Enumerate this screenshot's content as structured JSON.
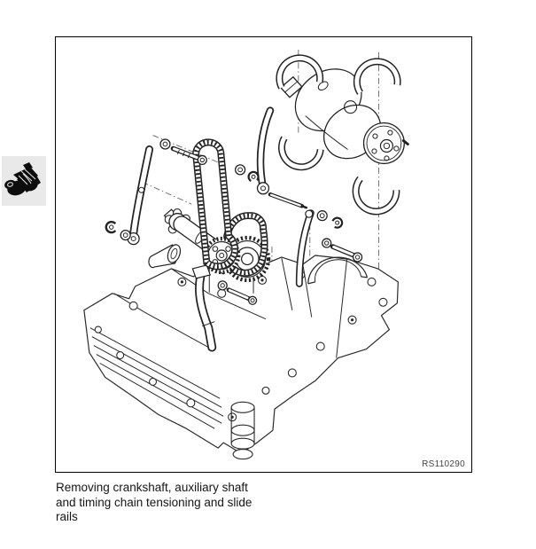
{
  "figure": {
    "code": "RS110290",
    "caption_lines": [
      "Removing crankshaft, auxiliary shaft",
      "and timing chain tensioning and slide",
      "rails"
    ]
  },
  "icons": {
    "margin_icon": "engine-icon"
  },
  "colors": {
    "page_bg": "#ffffff",
    "frame_border": "#000000",
    "line_art": "#222222",
    "centerline": "#666666",
    "code_text": "#444444",
    "caption_text": "#151515",
    "icon_bg": "#e9e9e9",
    "icon_fg": "#0d0d0d"
  }
}
